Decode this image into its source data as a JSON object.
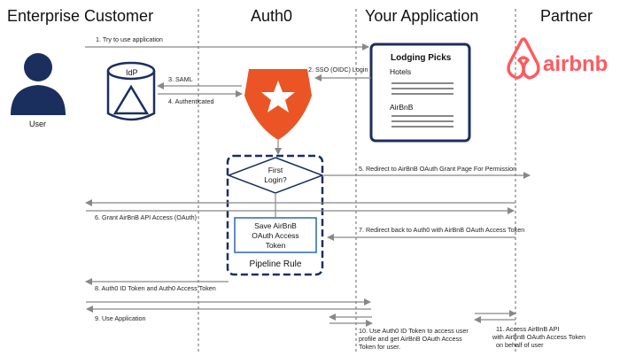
{
  "headers": {
    "enterprise": "Enterprise Customer",
    "auth0": "Auth0",
    "app": "Your Application",
    "partner": "Partner"
  },
  "user_label": "User",
  "idp_label": "IdP",
  "app_box": {
    "title": "Lodging Picks",
    "section1": "Hotels",
    "section2": "AirBnB"
  },
  "airbnb_logo_text": "airbnb",
  "decision": {
    "line1": "First",
    "line2": "Login?"
  },
  "save_box": {
    "line1": "Save AirBnB",
    "line2": "OAuth Access",
    "line3": "Token"
  },
  "pipeline_label": "Pipeline Rule",
  "steps": {
    "s1": "1. Try to use application",
    "s2": "2. SSO (OIDC) Login",
    "s3": "3. SAML",
    "s4": "4. Authenticated",
    "s5": "5. Redirect to AirBnB OAuth Grant Page For Permission",
    "s6": "6. Grant AirBnB API Access (OAuth)",
    "s7": "7. Redirect back to Auth0 with AirBnB OAuth Access Token",
    "s8": "8. Auth0 ID Token and Auth0 Access Token",
    "s9": "9. Use Application",
    "s10": [
      "10. Use Auth0 ID Token to access user",
      "profile and get AirBnB OAuth Access",
      "Token for user."
    ],
    "s11": [
      "11. Access AirBnB API",
      "with AirBnB OAuth Access Token",
      "on behalf of user"
    ]
  },
  "colors": {
    "navy": "#1b2f5e",
    "auth0_orange": "#eb5424",
    "airbnb_red": "#ff5a5f",
    "arrow_gray": "#888888"
  }
}
